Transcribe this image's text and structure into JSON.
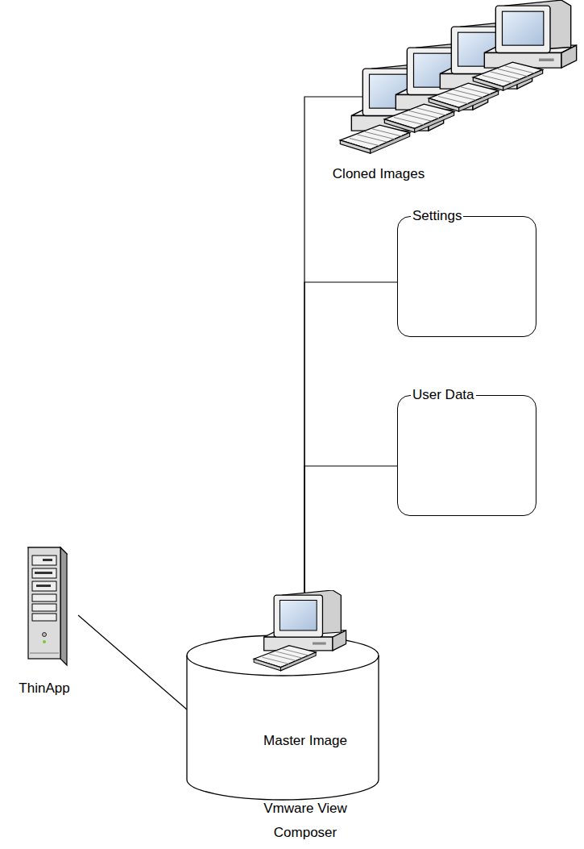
{
  "diagram": {
    "nodes": [
      {
        "text": [
          "Cloned Images"
        ]
      },
      {
        "text": [
          "Settings"
        ]
      },
      {
        "text": [
          "User Data"
        ]
      },
      {
        "text": [
          "Master Image",
          "Vmware View Composer"
        ]
      },
      {
        "text": [
          "ThinApp"
        ]
      }
    ],
    "edges": [
      {
        "from": 3,
        "to": 0,
        "arrow": "none"
      },
      {
        "from": 3,
        "to": 1,
        "arrow": "none"
      },
      {
        "from": 3,
        "to": 2,
        "arrow": "none"
      },
      {
        "from": 4,
        "to": 3,
        "arrow": "none"
      }
    ]
  }
}
